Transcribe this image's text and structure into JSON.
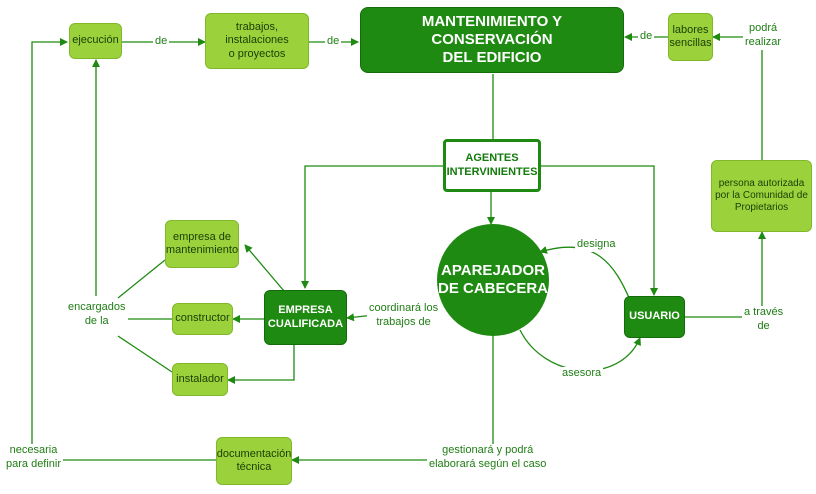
{
  "nodes": {
    "main": [
      "MANTENIMIENTO Y CONSERVACIÓN",
      "DEL EDIFICIO"
    ],
    "ejecucion": "ejecución",
    "trabajos": [
      "trabajos, instalaciones",
      "o proyectos"
    ],
    "labores": [
      "labores",
      "sencillas"
    ],
    "agentes": [
      "AGENTES",
      "INTERVINIENTES"
    ],
    "persona": [
      "persona autorizada",
      "por la Comunidad de",
      "Propietarios"
    ],
    "empresa_mant": [
      "empresa de",
      "mantenimiento"
    ],
    "constructor": "constructor",
    "instalador": "instalador",
    "empresa_cual": [
      "EMPRESA",
      "CUALIFICADA"
    ],
    "aparejador": [
      "APAREJADOR",
      "DE CABECERA"
    ],
    "usuario": "USUARIO",
    "documentacion": [
      "documentación",
      "técnica"
    ]
  },
  "links": {
    "de1": "de",
    "de2": "de",
    "de3": "de",
    "podra": [
      "podrá",
      "realizar"
    ],
    "designa": "designa",
    "asesora": "asesora",
    "a_traves": [
      "a través",
      "de"
    ],
    "encargados": [
      "encargados",
      "de la"
    ],
    "coordinara": [
      "coordinará los",
      "trabajos de"
    ],
    "gestionara": [
      "gestionará y podrá",
      "elaborará según el caso"
    ],
    "necesaria": [
      "necesaria",
      "para definir"
    ]
  },
  "colors": {
    "line": "#1f8a12",
    "dark": "#1f8a12",
    "light": "#9bd23c"
  }
}
